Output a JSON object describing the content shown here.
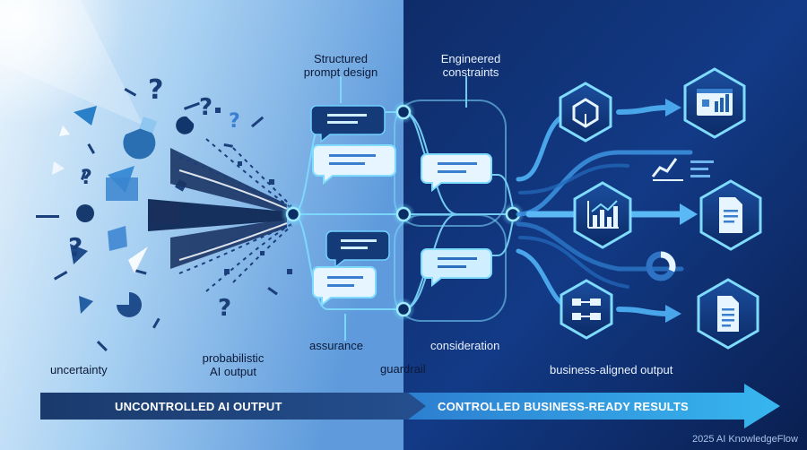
{
  "labels": {
    "structured_prompt_design": "Structured\nprompt design",
    "engineered_constraints": "Engineered\nconstraints",
    "uncertainty": "uncertainty",
    "probabilistic_ai_output": "probabilistic\nAI output",
    "assurance": "assurance",
    "guardrail": "guardrail",
    "consideration": "consideration",
    "business_aligned_output": "business-aligned output"
  },
  "banner": {
    "left_text": "UNCONTROLLED AI OUTPUT",
    "right_text": "CONTROLLED BUSINESS-READY RESULTS"
  },
  "footer": {
    "text": "2025 AI KnowledgeFlow"
  },
  "colors": {
    "left_bg_light": "#d6e9f8",
    "left_bg_mid": "#8ec0ea",
    "right_bg_dark": "#0b1f4f",
    "right_bg_mid": "#1a4aa0",
    "accent_cyan": "#5fd3ff",
    "chaos_blue": "#1b4f8c",
    "banner_left": "#1d3b6e",
    "banner_right": "#2d9fe6"
  },
  "icons": {
    "hexagons": [
      "cube-icon",
      "dashboard-chart-icon",
      "bar-chart-icon",
      "document-icon",
      "flowchart-icon",
      "report-icon"
    ],
    "floating": [
      "line-chart-icon",
      "donut-chart-icon"
    ]
  }
}
